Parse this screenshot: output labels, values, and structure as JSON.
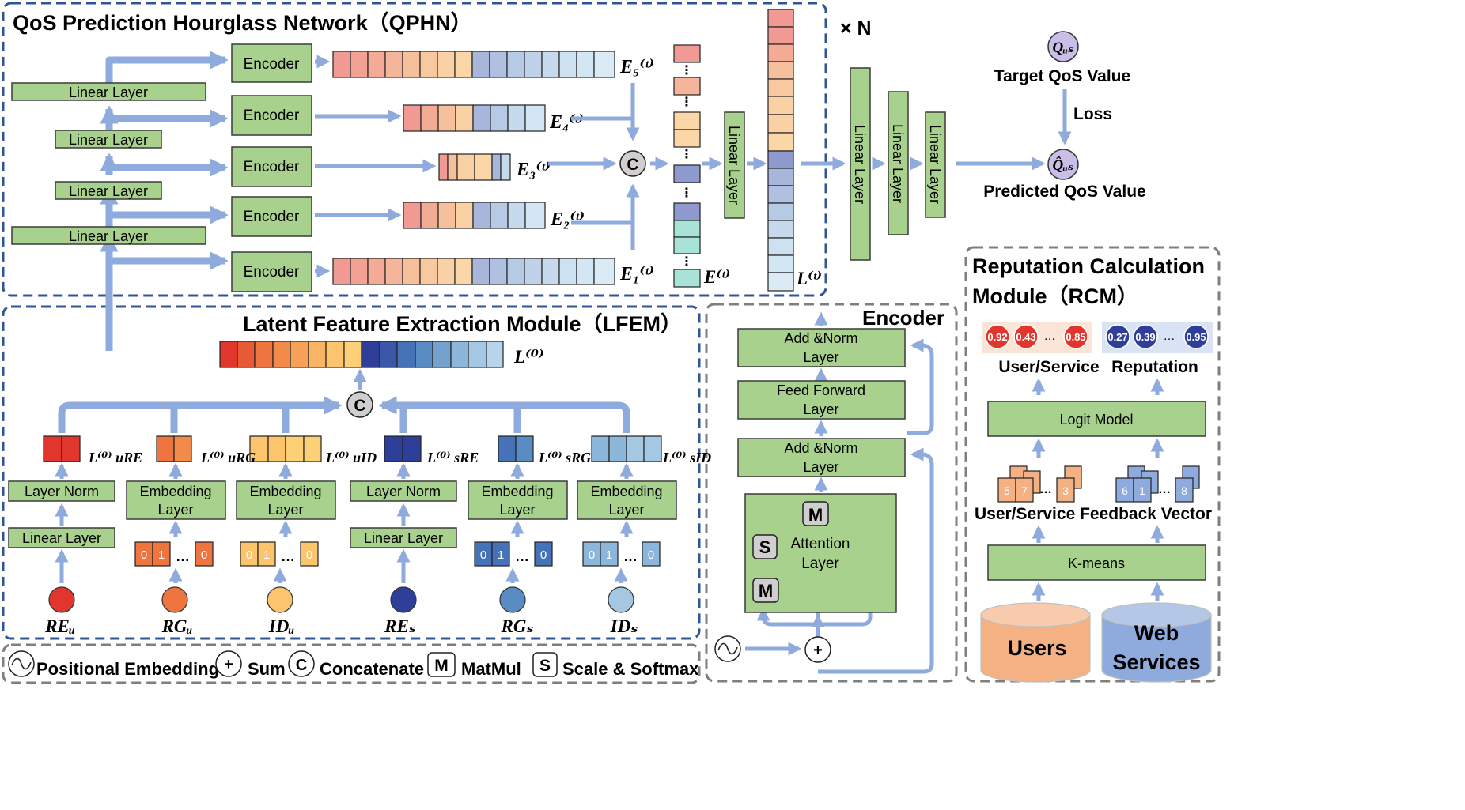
{
  "colors": {
    "green": "#a9d18e",
    "arrow": "#8faadc",
    "frame_blue": "#2f5597",
    "frame_gray": "#7f7f7f",
    "users": "#f4b183",
    "services": "#8faadc"
  },
  "qphn": {
    "title": "QoS Prediction Hourglass Network（QPHN）",
    "repeat": "× N",
    "encoder": "Encoder",
    "linear": "Linear Layer",
    "labels": {
      "e5": "E₅⁽ᵗ⁾",
      "e4": "E₄⁽ᵗ⁾",
      "e3": "E₃⁽ᵗ⁾",
      "e2": "E₂⁽ᵗ⁾",
      "e1": "E₁⁽ᵗ⁾",
      "et": "E⁽ᵗ⁾",
      "lt": "L⁽ᵗ⁾"
    },
    "concat_symbol": "C",
    "target_symbol": "Qᵤₛ",
    "target": "Target QoS Value",
    "loss": "Loss",
    "predicted_symbol": "Q̂ᵤₛ",
    "predicted": "Predicted QoS Value",
    "dots": "⋮"
  },
  "lfem": {
    "title": "Latent Feature Extraction Module（LFEM）",
    "l0": "L⁽⁰⁾",
    "concat_symbol": "C",
    "layer_norm": "Layer Norm",
    "linear_layer": "Linear Layer",
    "embedding_line1": "Embedding",
    "embedding_line2": "Layer",
    "sublabels": [
      "L⁽⁰⁾ uRE",
      "L⁽⁰⁾ uRG",
      "L⁽⁰⁾ uID",
      "L⁽⁰⁾ sRE",
      "L⁽⁰⁾ sRG",
      "L⁽⁰⁾ sID"
    ],
    "inputs": [
      "REᵤ",
      "RGᵤ",
      "IDᵤ",
      "REₛ",
      "RGₛ",
      "IDₛ"
    ],
    "onehot": [
      "0",
      "1",
      "…",
      "0"
    ]
  },
  "encoder": {
    "title": "Encoder",
    "addnorm_line1": "Add &Norm",
    "addnorm_line2": "Layer",
    "ff_line1": "Feed Forward",
    "ff_line2": "Layer",
    "attn_line1": "Attention",
    "attn_line2": "Layer",
    "m": "M",
    "s": "S",
    "sum": "+"
  },
  "rcm": {
    "title_line1": "Reputation Calculation",
    "title_line2": "Module（RCM）",
    "user_values": [
      "0.92",
      "0.43",
      "…",
      "0.85"
    ],
    "service_values": [
      "0.27",
      "0.39",
      "…",
      "0.95"
    ],
    "user_service": "User/Service",
    "reputation": "Reputation",
    "logit": "Logit Model",
    "user_vec": [
      "5",
      "7",
      "…",
      "3"
    ],
    "service_vec": [
      "6",
      "1",
      "…",
      "8"
    ],
    "feedback": "User/Service Feedback Vector",
    "kmeans": "K-means",
    "users": "Users",
    "web": "Web",
    "services": "Services"
  },
  "legend": {
    "positional": "Positional Embedding",
    "plus": "+",
    "sum": "Sum",
    "c": "C",
    "concatenate": "Concatenate",
    "m": "M",
    "matmul": "MatMul",
    "s": "S",
    "scale": "Scale & Softmax"
  }
}
